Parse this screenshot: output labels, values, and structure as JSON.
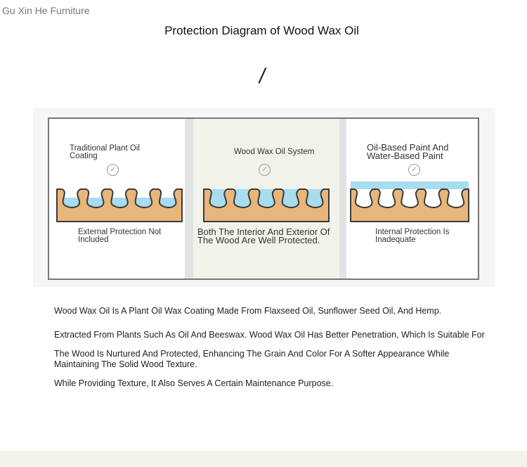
{
  "brand": "Gu Xin He Furniture",
  "title": "Protection Diagram of Wood Wax Oil",
  "divider_glyph": "/",
  "panels": [
    {
      "heading": "Traditional Plant Oil Coating",
      "caption": "External Protection Not Included",
      "icon": "check-circle-icon"
    },
    {
      "heading": "Wood Wax Oil System",
      "caption": "Both The Interior And Exterior Of The Wood Are Well Protected.",
      "icon": "check-circle-icon"
    },
    {
      "heading": "Oil-Based Paint And Water-Based Paint",
      "caption": "Internal Protection Is Inadequate",
      "icon": "check-circle-icon"
    }
  ],
  "paragraphs": [
    "Wood Wax Oil Is A Plant Oil Wax Coating Made From Flaxseed Oil, Sunflower Seed Oil, And Hemp.",
    "Extracted From Plants Such As Oil And Beeswax. Wood Wax Oil Has Better Penetration, Which Is Suitable For",
    "The Wood Is Nurtured And Protected, Enhancing The Grain And Color For A Softer Appearance While Maintaining The Solid Wood Texture.",
    "While Providing Texture, It Also Serves A Certain Maintenance Purpose."
  ],
  "colors": {
    "wood": "#e8b57a",
    "oil": "#a8dcef",
    "panel_mid": "#f1f3ea"
  }
}
